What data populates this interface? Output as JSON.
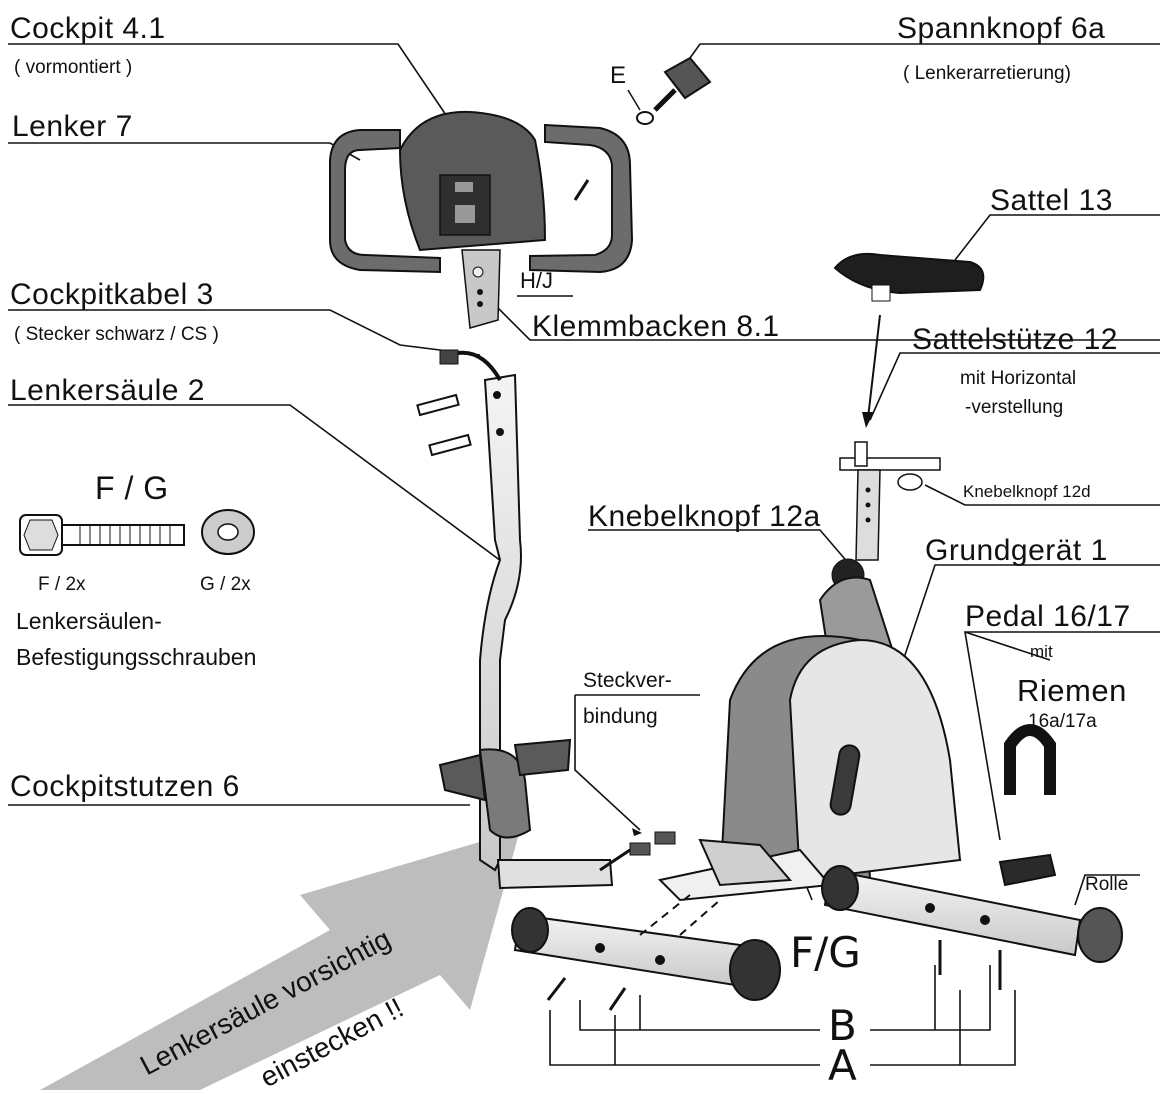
{
  "labels": {
    "cockpit": "Cockpit  4.1",
    "cockpit_note": "( vormontiert )",
    "lenker": "Lenker  7",
    "spannknopf": "Spannknopf  6a",
    "spannknopf_note": "( Lenkerarretierung)",
    "e": "E",
    "sattel": "Sattel 13",
    "hj": "H/J",
    "klemmbacken": "Klemmbacken  8.1",
    "cockpitkabel": "Cockpitkabel  3",
    "cockpitkabel_note": "( Stecker schwarz / CS )",
    "sattelstuetze": "Sattelstütze 12",
    "sattelstuetze_note1": "mit Horizontal",
    "sattelstuetze_note2": "-verstellung",
    "lenkersaeule": "Lenkersäule  2",
    "knebelknopf12d": "Knebelknopf 12d",
    "fg_title": "F / G",
    "knebelknopf12a": "Knebelknopf  12a",
    "f2x": "F / 2x",
    "g2x": "G / 2x",
    "grundgeraet": "Grundgerät  1",
    "pedal": "Pedal 16/17",
    "mit": "mit",
    "befestigung1": "Lenkersäulen-",
    "befestigung2": "Befestigungsschrauben",
    "riemen": "Riemen",
    "riemen_num": "16a/17a",
    "steckverbindung1": "Steckver-",
    "steckverbindung2": "bindung",
    "cockpitstutzen": "Cockpitstutzen  6",
    "rolle": "Rolle",
    "fg_big": "F/G",
    "b": "B",
    "a": "A",
    "arrow_line1": "Lenkersäule vorsichtig",
    "arrow_line2": "einstecken !!"
  }
}
